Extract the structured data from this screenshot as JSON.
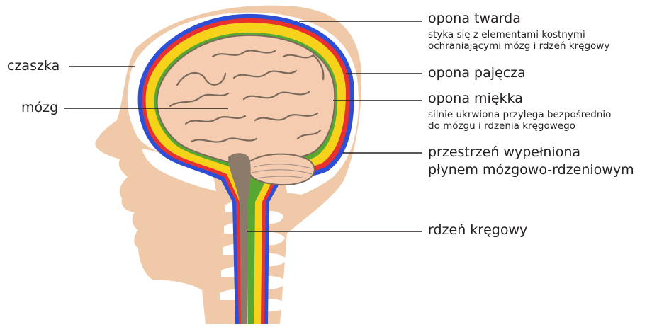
{
  "labels": {
    "czaszka": "czaszka",
    "mozg": "mózg",
    "opona_twarda": "opona twarda",
    "opona_twarda_desc_1": "styka się z elementami kostnymi",
    "opona_twarda_desc_2": "ochraniającymi mózg i rdzeń kręgowy",
    "opona_pajecza": "opona pajęcza",
    "opona_miekka": "opona miękka",
    "opona_miekka_desc_1": "silnie ukrwiona przylega bezpośrednio",
    "opona_miekka_desc_2": "do mózgu i rdzenia kręgowego",
    "przestrzen_1": "przestrzeń wypełniona",
    "przestrzen_2": "płynem mózgowo-rdzeniowym",
    "rdzen": "rdzeń kręgowy"
  },
  "colors": {
    "skin": "#f0c9a8",
    "skull": "#ffffff",
    "dura": "#2d4fd8",
    "arachnoid": "#e8302e",
    "csf": "#f7d21a",
    "pia": "#56a832",
    "brain": "#f5ccb0",
    "brain_outline": "#7a6a5c",
    "cord": "#8c7b6a",
    "leader": "#231f20"
  }
}
